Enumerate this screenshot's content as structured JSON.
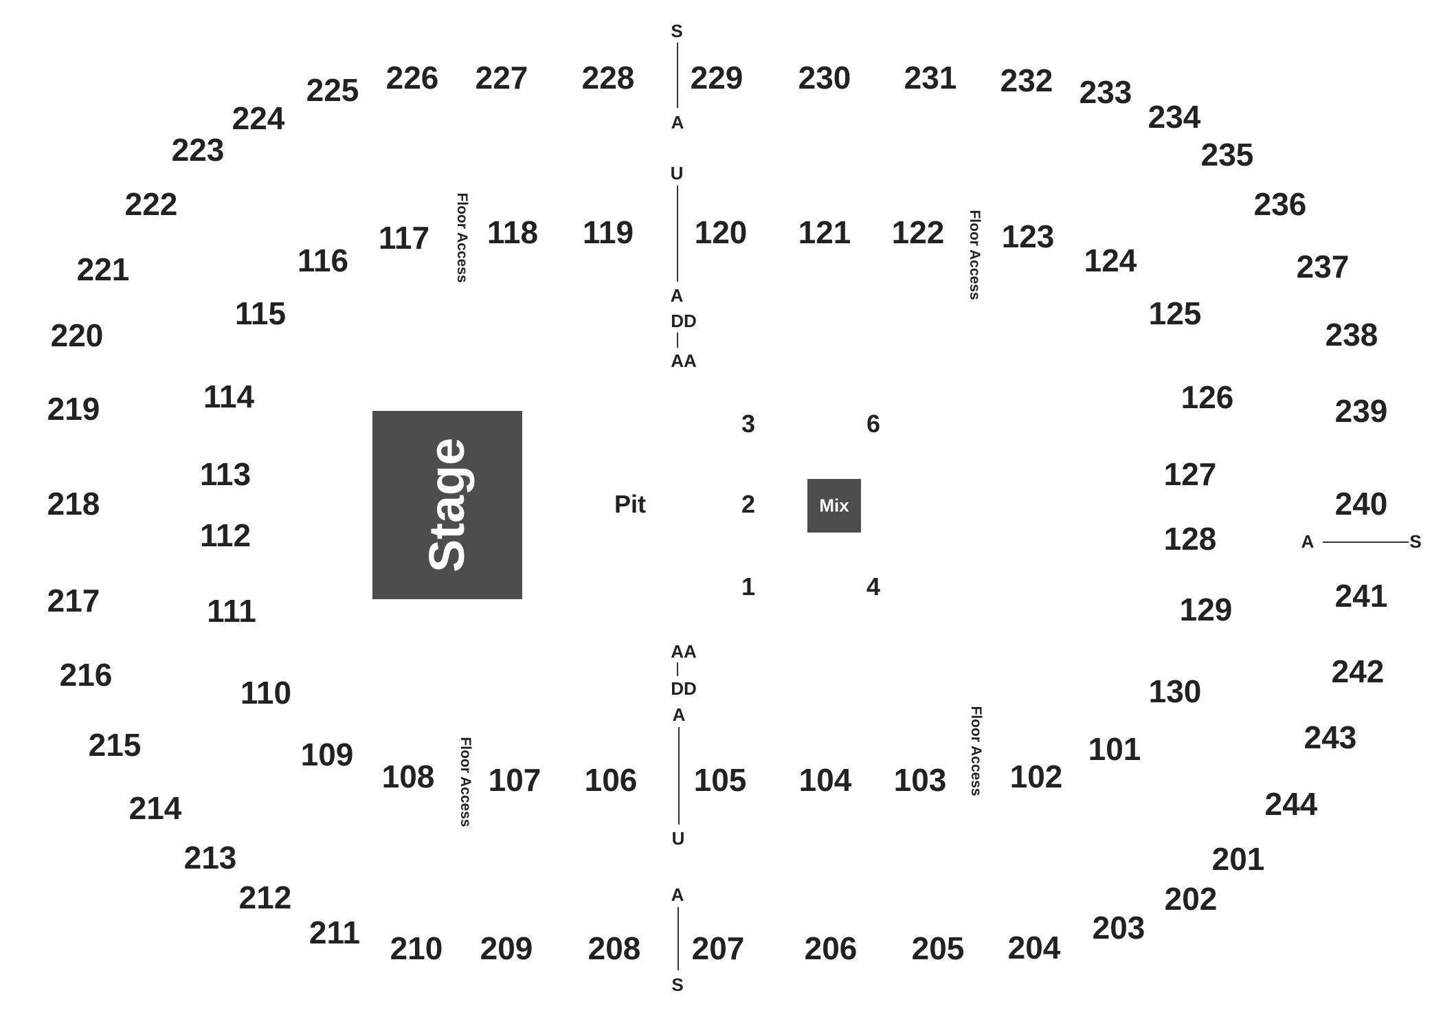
{
  "sections_200": [
    "201",
    "202",
    "203",
    "204",
    "205",
    "206",
    "207",
    "208",
    "209",
    "210",
    "211",
    "212",
    "213",
    "214",
    "215",
    "216",
    "217",
    "218",
    "219",
    "220",
    "221",
    "222",
    "223",
    "224",
    "225",
    "226",
    "227",
    "228",
    "229",
    "230",
    "231",
    "232",
    "233",
    "234",
    "235",
    "236",
    "237",
    "238",
    "239",
    "240",
    "241",
    "242",
    "243",
    "244"
  ],
  "sections_100": [
    "101",
    "102",
    "103",
    "104",
    "105",
    "106",
    "107",
    "108",
    "109",
    "110",
    "111",
    "112",
    "113",
    "114",
    "115",
    "116",
    "117",
    "118",
    "119",
    "120",
    "121",
    "122",
    "123",
    "124",
    "125",
    "126",
    "127",
    "128",
    "129",
    "130"
  ],
  "floor": {
    "stage": "Stage",
    "mix": "Mix",
    "pit": "Pit",
    "sections": [
      "1",
      "2",
      "3",
      "4",
      "6"
    ]
  },
  "floor_access": "Floor Access",
  "row_markers": {
    "top_s": "S",
    "top_a1": "A",
    "top_u": "U",
    "top_a2": "A",
    "top_dd": "DD",
    "top_aa": "AA",
    "bottom_aa": "AA",
    "bottom_dd": "DD",
    "bottom_a1": "A",
    "bottom_u": "U",
    "bottom_a2": "A",
    "bottom_s": "S",
    "right_a": "A",
    "right_s": "S"
  },
  "colors": {
    "stage_fill": "#4d4d4d",
    "text": "#222222",
    "background": "#ffffff"
  }
}
